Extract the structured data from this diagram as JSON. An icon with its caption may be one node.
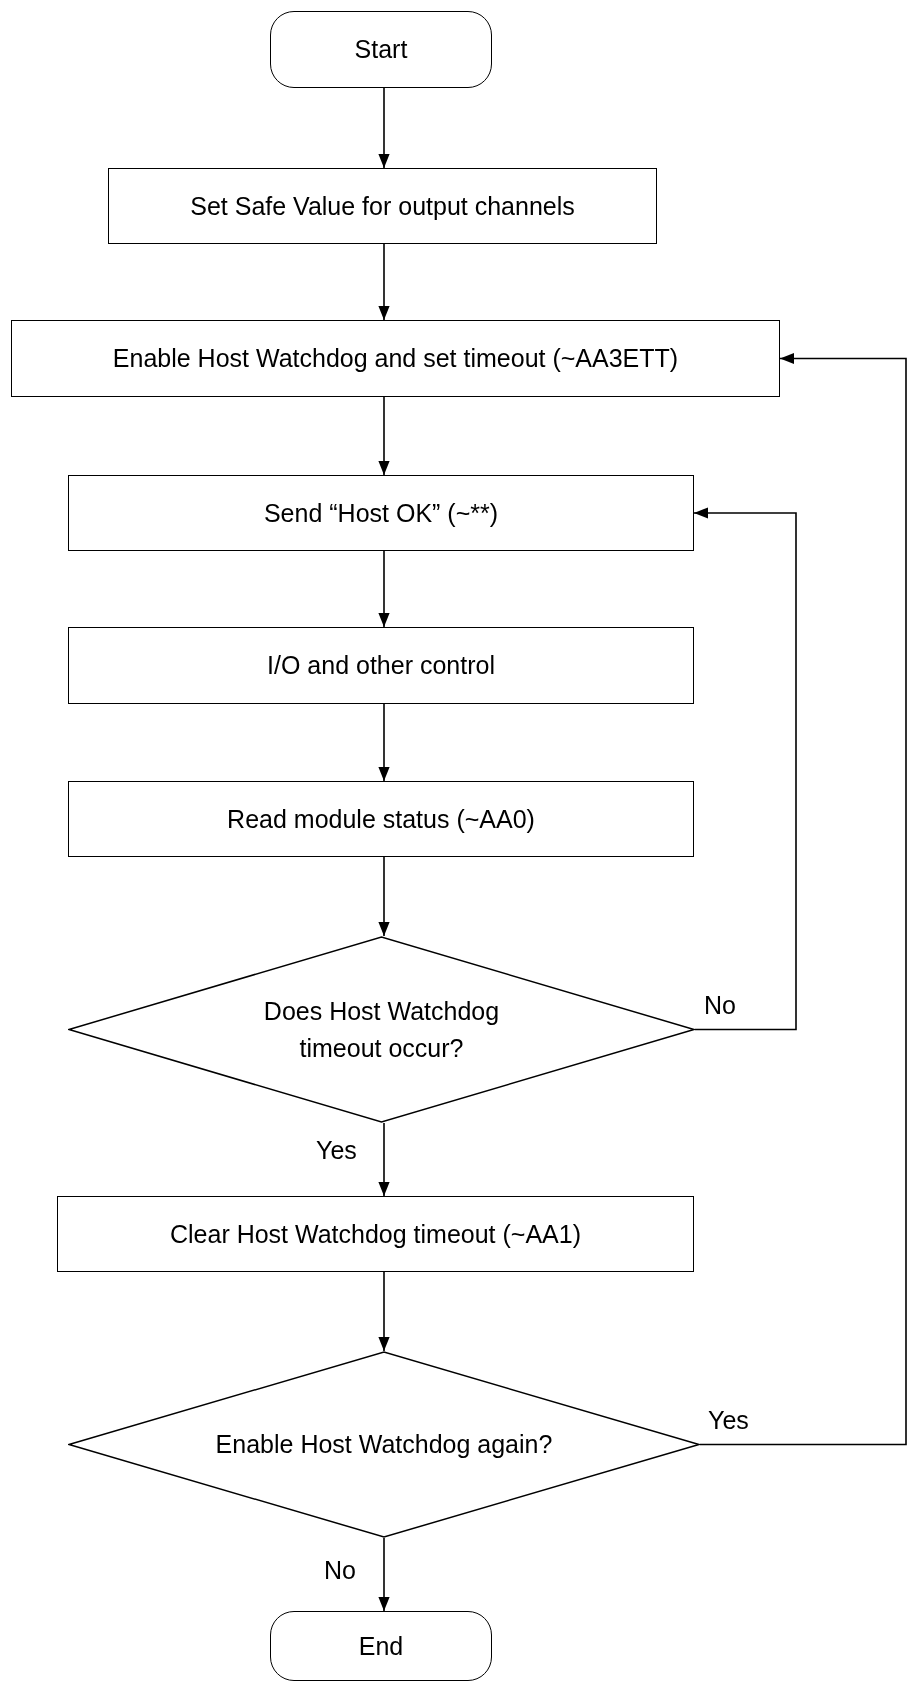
{
  "diagram": {
    "nodes": [
      {
        "text": [
          "Start"
        ]
      },
      {
        "text": [
          "Set Safe Value for output channels"
        ]
      },
      {
        "text": [
          "Enable Host Watchdog and set timeout (~AA3ETT)"
        ]
      },
      {
        "text": [
          "Send “Host OK” (~**)"
        ]
      },
      {
        "text": [
          "I/O and other control"
        ]
      },
      {
        "text": [
          "Read module status (~AA0)"
        ]
      },
      {
        "text": [
          "Does Host Watchdog timeout occur?"
        ]
      },
      {
        "text": [
          "Clear Host Watchdog timeout (~AA1)"
        ]
      },
      {
        "text": [
          "Enable Host Watchdog again?"
        ]
      },
      {
        "text": [
          "End"
        ]
      }
    ],
    "edges": [
      {
        "from": 0,
        "to": 1,
        "arrow": "to"
      },
      {
        "from": 1,
        "to": 2,
        "arrow": "to"
      },
      {
        "from": 2,
        "to": 3,
        "arrow": "to"
      },
      {
        "from": 3,
        "to": 4,
        "arrow": "to"
      },
      {
        "from": 4,
        "to": 5,
        "arrow": "to"
      },
      {
        "from": 5,
        "to": 6,
        "arrow": "to"
      },
      {
        "from": 6,
        "to": 7,
        "arrow": "to",
        "label": "Yes"
      },
      {
        "from": 6,
        "to": 3,
        "arrow": "to",
        "label": "No"
      },
      {
        "from": 7,
        "to": 8,
        "arrow": "to"
      },
      {
        "from": 8,
        "to": 9,
        "arrow": "to",
        "label": "No"
      },
      {
        "from": 8,
        "to": 2,
        "arrow": "to",
        "label": "Yes"
      }
    ]
  }
}
